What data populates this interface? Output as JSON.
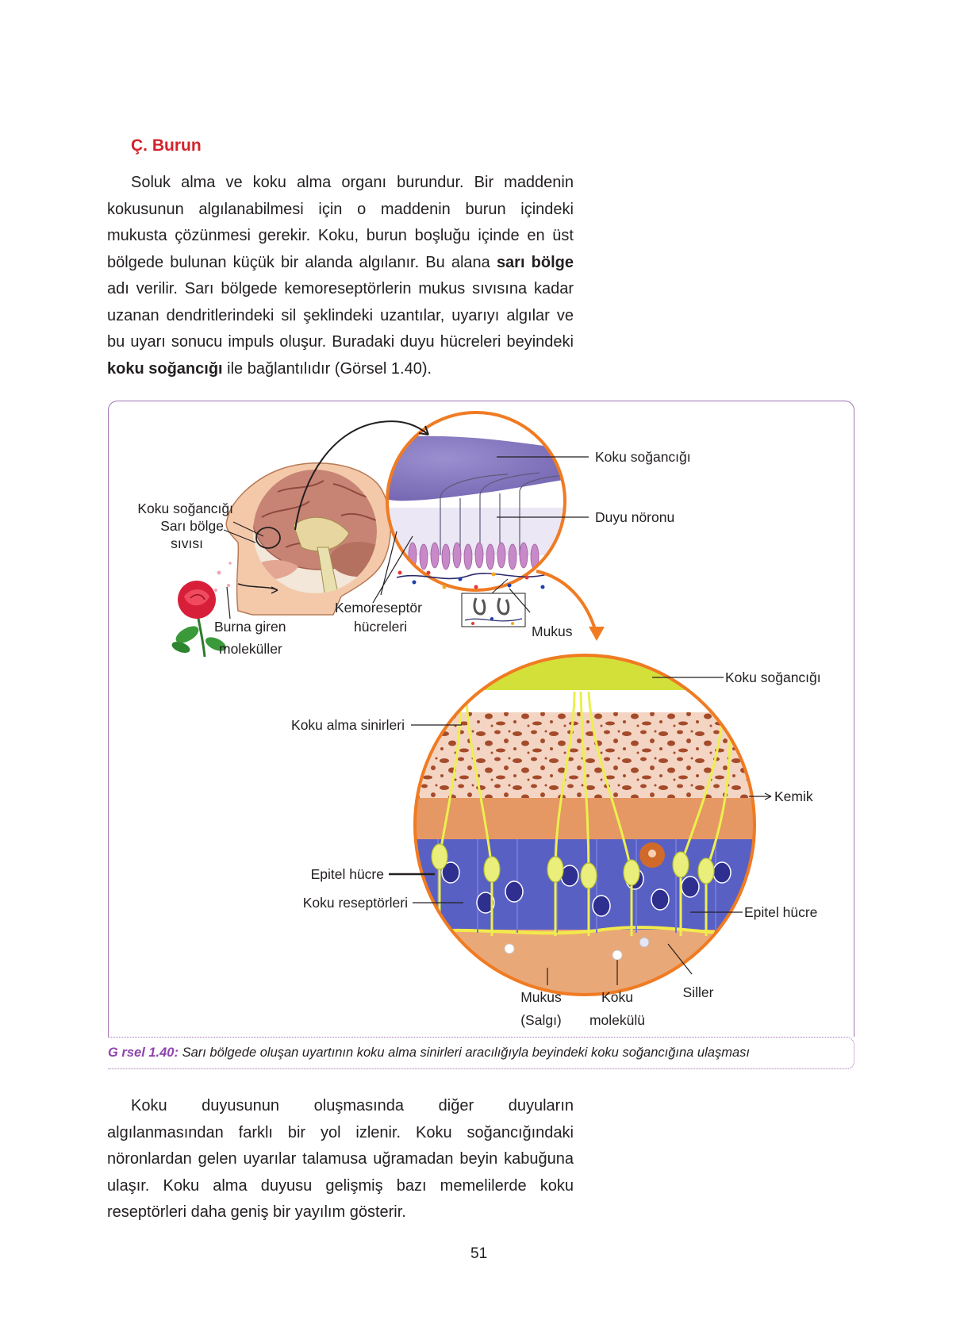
{
  "heading": "Ç. Burun",
  "para1": {
    "t1": "Soluk alma ve koku alma organı burundur. Bir maddenin kokusunun algılanabilmesi için o maddenin burun içindeki mukusta çözünmesi gerekir. Koku, burun boşluğu içinde en üst bölgede bulunan küçük bir alanda algılanır. Bu alana ",
    "b1": "sarı bölge",
    "t2": " adı verilir. Sarı bölgede kemoreseptörlerin mukus sıvısına kadar uzanan dendritlerindeki sil şeklindeki uzantılar, uyarıyı algılar ve bu uyarı sonucu impuls oluşur. Buradaki duyu hücreleri beyindeki ",
    "b2": "koku soğancığı",
    "t3": " ile bağlantılıdır (Görsel 1.40)."
  },
  "figure": {
    "labels": {
      "koku_soganc_top": "Koku soğancığı",
      "duyu_noronu": "Duyu nöronu",
      "head_koku_soganc": "Koku soğancığı",
      "sari_bolge": "Sarı bölge",
      "sivisi": "sıvısı",
      "burna_giren": "Burna giren",
      "molekuller": "moleküller",
      "kemoreseptor": "Kemoreseptör",
      "hucreleri": "hücreleri",
      "mukus_small": "Mukus",
      "koku_soganc_big": "Koku soğancığı",
      "koku_alma_sinirleri": "Koku alma sinirleri",
      "kemik": "Kemik",
      "epitel_left": "Epitel hücre",
      "koku_reseptorleri": "Koku reseptörleri",
      "epitel_right": "Epitel hücre",
      "mukus_big": "Mukus",
      "salgi": "(Salgı)",
      "koku": "Koku",
      "molekulu": "molekülü",
      "siller": "Siller"
    }
  },
  "caption": {
    "label": "G rsel 1.40:",
    "text": " Sarı bölgede oluşan uyartının koku alma sinirleri aracılığıyla beyindeki koku soğancığına ulaşması"
  },
  "para2": {
    "text": "Koku duyusunun oluşmasında diğer duyuların algılanmasından farklı bir yol izlenir. Koku soğancığındaki nöronlardan gelen uyarılar talamusa uğramadan beyin kabuğuna ulaşır. Koku alma duyusu gelişmiş bazı memelilerde koku reseptörleri daha geniş bir yayılım gösterir."
  },
  "page_number": "51"
}
